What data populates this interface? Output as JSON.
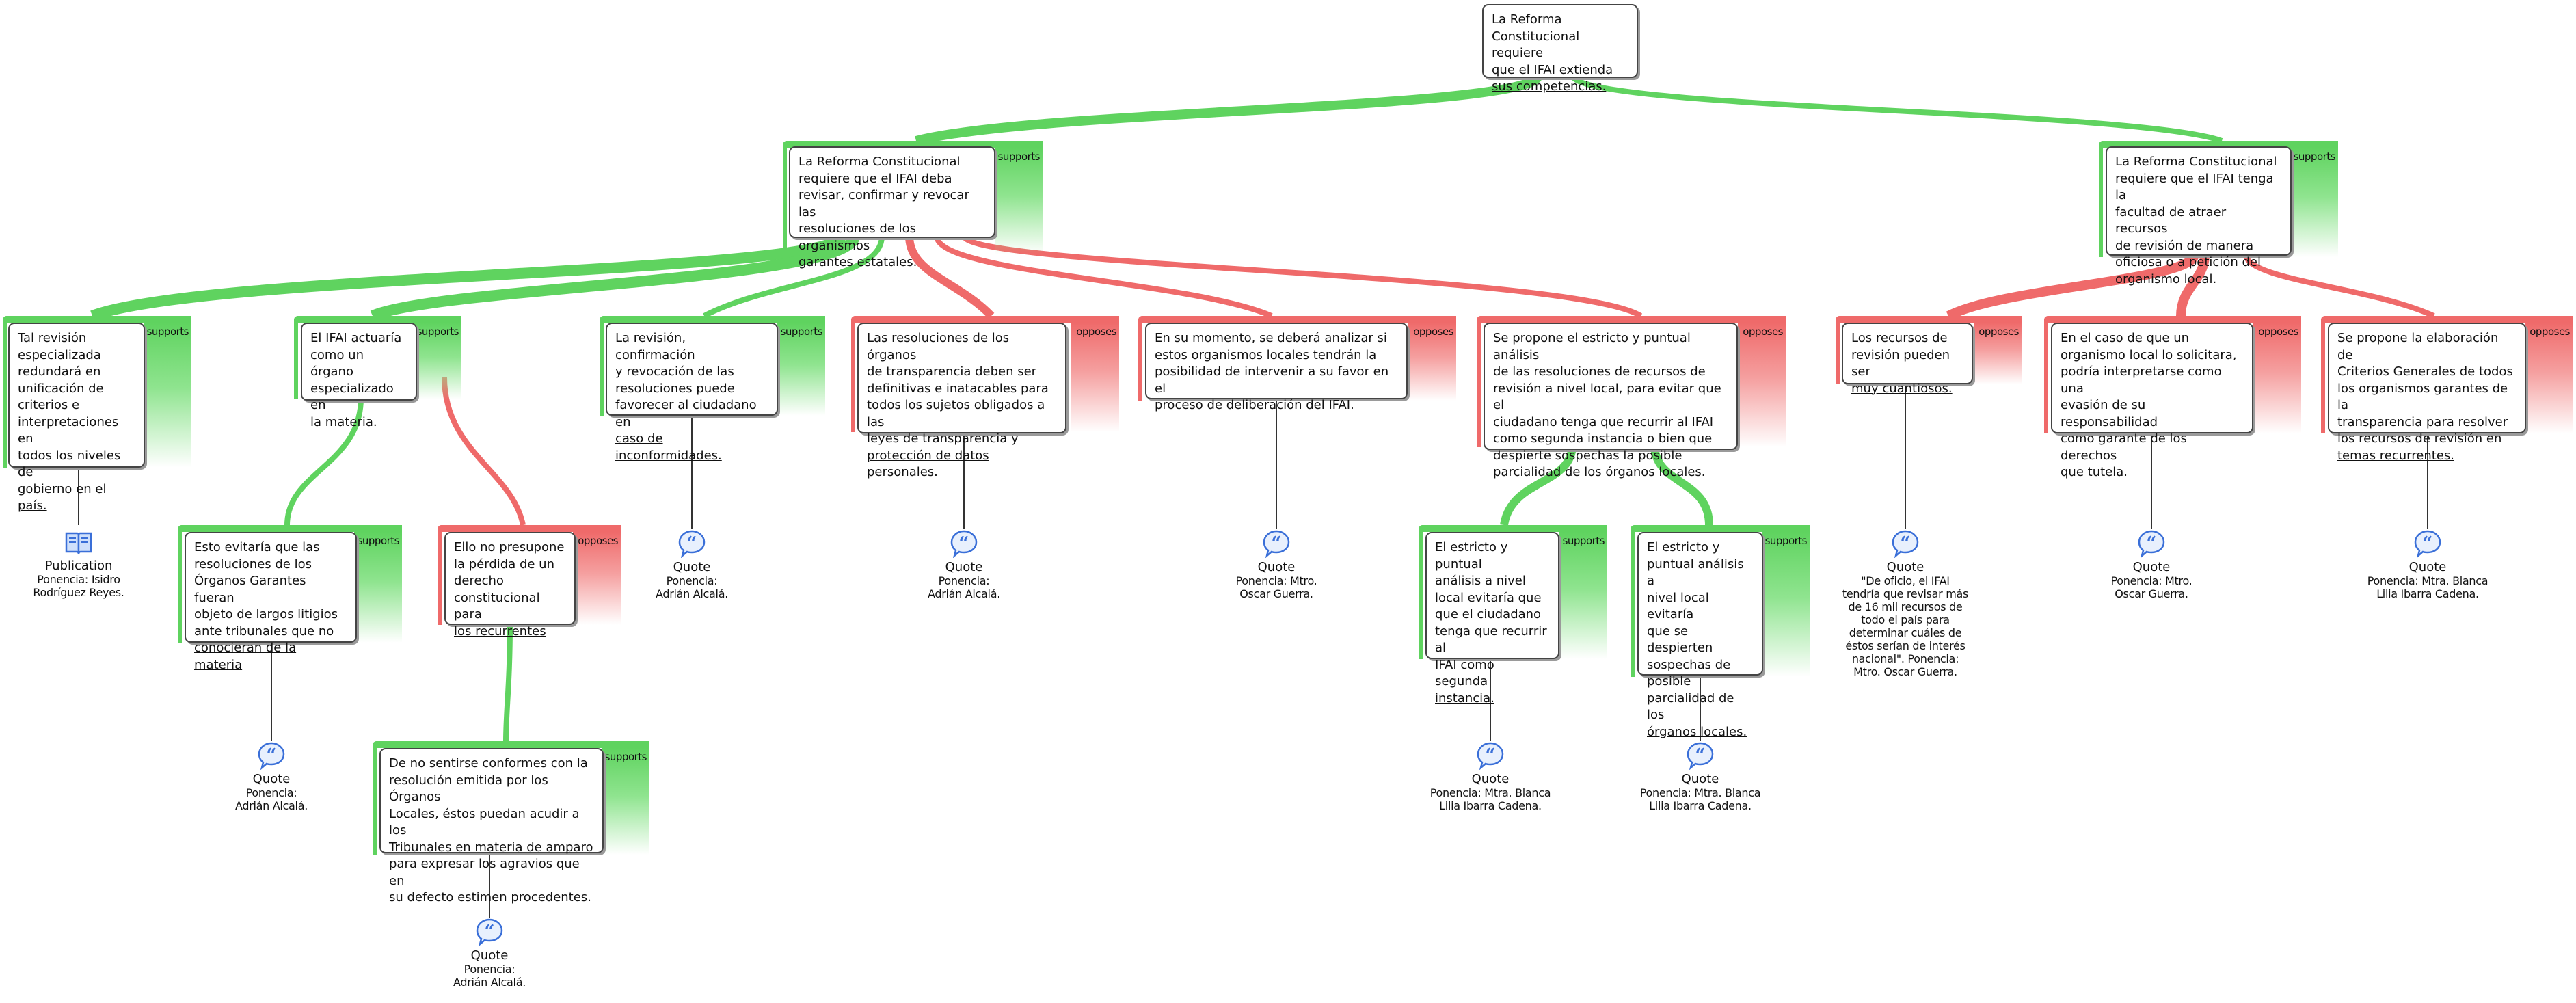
{
  "root": {
    "lines": [
      "La Reforma",
      "Constitucional requiere",
      "que el IFAI extienda",
      "sus competencias."
    ]
  },
  "nodes": {
    "n1": {
      "relation": "supports",
      "lines": [
        "La Reforma Constitucional",
        "requiere que el IFAI deba",
        "revisar, confirmar y revocar las",
        "resoluciones de los organismos",
        "garantes estatales."
      ]
    },
    "n2": {
      "relation": "supports",
      "lines": [
        "La Reforma Constitucional",
        "requiere que el IFAI tenga la",
        "facultad de atraer recursos",
        "de revisión de manera",
        "oficiosa o a petición del",
        "organismo local."
      ]
    },
    "a1": {
      "relation": "supports",
      "lines": [
        "Tal revisión",
        "especializada",
        "redundará en",
        "unificación de",
        "criterios e",
        "interpretaciones en",
        "todos los niveles de",
        "gobierno en el país."
      ]
    },
    "a2": {
      "relation": "supports",
      "lines": [
        "El IFAI actuaría",
        "como un órgano",
        "especializado en",
        "la materia."
      ]
    },
    "a3": {
      "relation": "supports",
      "lines": [
        "La revisión, confirmación",
        "y revocación de las",
        "resoluciones puede",
        "favorecer al ciudadano en",
        "caso de inconformidades."
      ]
    },
    "a4": {
      "relation": "opposes",
      "lines": [
        "Las resoluciones de los órganos",
        "de transparencia deben ser",
        "definitivas e inatacables para",
        "todos los sujetos obligados a las",
        "leyes de transparencia y",
        "protección de datos personales."
      ]
    },
    "a5": {
      "relation": "opposes",
      "lines": [
        "En su momento, se deberá analizar si",
        "estos organismos locales tendrán la",
        "posibilidad de intervenir a su favor en el",
        "proceso de deliberación del IFAI."
      ]
    },
    "a6": {
      "relation": "opposes",
      "lines": [
        "Se propone el estricto y puntual análisis",
        "de las resoluciones de recursos de",
        "revisión a nivel local, para evitar que el",
        "ciudadano tenga que recurrir al IFAI",
        "como segunda instancia o bien que",
        "despierte sospechas la posible",
        "parcialidad de los órganos locales."
      ]
    },
    "a7": {
      "relation": "opposes",
      "lines": [
        "Los recursos de",
        "revisión pueden ser",
        "muy cuantiosos."
      ]
    },
    "a8": {
      "relation": "opposes",
      "lines": [
        "En el caso de que un",
        "organismo local lo solicitara,",
        "podría interpretarse como una",
        "evasión de su responsabilidad",
        "como garante de los derechos",
        "que tutela."
      ]
    },
    "a9": {
      "relation": "opposes",
      "lines": [
        "Se propone la elaboración de",
        "Criterios Generales de todos",
        "los organismos garantes de la",
        "transparencia para resolver",
        "los recursos de revisión en",
        "temas recurrentes."
      ]
    },
    "b1": {
      "relation": "supports",
      "lines": [
        "Esto evitaría que las",
        "resoluciones de los",
        "Órganos Garantes fueran",
        "objeto de largos litigios",
        "ante tribunales que no",
        "conocieran de la materia"
      ]
    },
    "b2": {
      "relation": "opposes",
      "lines": [
        "Ello no presupone",
        "la pérdida de un",
        "derecho",
        "constitucional para",
        "los recurrentes"
      ]
    },
    "b3": {
      "relation": "supports",
      "lines": [
        "El estricto y puntual",
        "análisis a  nivel",
        "local evitaría que",
        "que el ciudadano",
        "tenga que recurrir al",
        "IFAI como segunda",
        "instancia."
      ]
    },
    "b4": {
      "relation": "supports",
      "lines": [
        "El estricto y",
        "puntual análisis a",
        "nivel local evitaría",
        "que se despierten",
        "sospechas de",
        "posible",
        "parcialidad de los",
        "órganos locales."
      ]
    },
    "c1": {
      "relation": "supports",
      "lines": [
        "De no sentirse conformes con la",
        "resolución emitida por los Órganos",
        "Locales, éstos puedan acudir a los",
        "Tribunales en materia de amparo",
        "para expresar los agravios que en",
        "su defecto estimen procedentes."
      ]
    }
  },
  "evidence": {
    "e_a1": {
      "type": "Publication",
      "icon": "book-icon",
      "lines": [
        "Ponencia: Isidro",
        "Rodríguez Reyes."
      ]
    },
    "e_a3": {
      "type": "Quote",
      "icon": "quote-icon",
      "lines": [
        "Ponencia:",
        "Adrián Alcalá."
      ]
    },
    "e_a4": {
      "type": "Quote",
      "icon": "quote-icon",
      "lines": [
        "Ponencia:",
        "Adrián Alcalá."
      ]
    },
    "e_a5": {
      "type": "Quote",
      "icon": "quote-icon",
      "lines": [
        "Ponencia: Mtro.",
        "Oscar Guerra."
      ]
    },
    "e_a7": {
      "type": "Quote",
      "icon": "quote-icon",
      "lines": [
        "\"De oficio, el IFAI",
        "tendría que revisar más",
        "de 16 mil recursos de",
        "todo el país para",
        "determinar cuáles de",
        "éstos serían de interés",
        "nacional\". Ponencia:",
        "Mtro. Oscar Guerra."
      ]
    },
    "e_a8": {
      "type": "Quote",
      "icon": "quote-icon",
      "lines": [
        "Ponencia: Mtro.",
        "Oscar Guerra."
      ]
    },
    "e_a9": {
      "type": "Quote",
      "icon": "quote-icon",
      "lines": [
        "Ponencia: Mtra. Blanca",
        "Lilia Ibarra Cadena."
      ]
    },
    "e_b1": {
      "type": "Quote",
      "icon": "quote-icon",
      "lines": [
        "Ponencia:",
        "Adrián Alcalá."
      ]
    },
    "e_b3": {
      "type": "Quote",
      "icon": "quote-icon",
      "lines": [
        "Ponencia: Mtra. Blanca",
        "Lilia Ibarra Cadena."
      ]
    },
    "e_b4": {
      "type": "Quote",
      "icon": "quote-icon",
      "lines": [
        "Ponencia: Mtra. Blanca",
        "Lilia Ibarra Cadena."
      ]
    },
    "e_c1": {
      "type": "Quote",
      "icon": "quote-icon",
      "lines": [
        "Ponencia:",
        "Adrián Alcalá."
      ]
    }
  },
  "colors": {
    "supports": "#5fd35f",
    "opposes": "#ef6a6a",
    "evidence_line": "#333333",
    "icon": "#3a6fd8"
  }
}
